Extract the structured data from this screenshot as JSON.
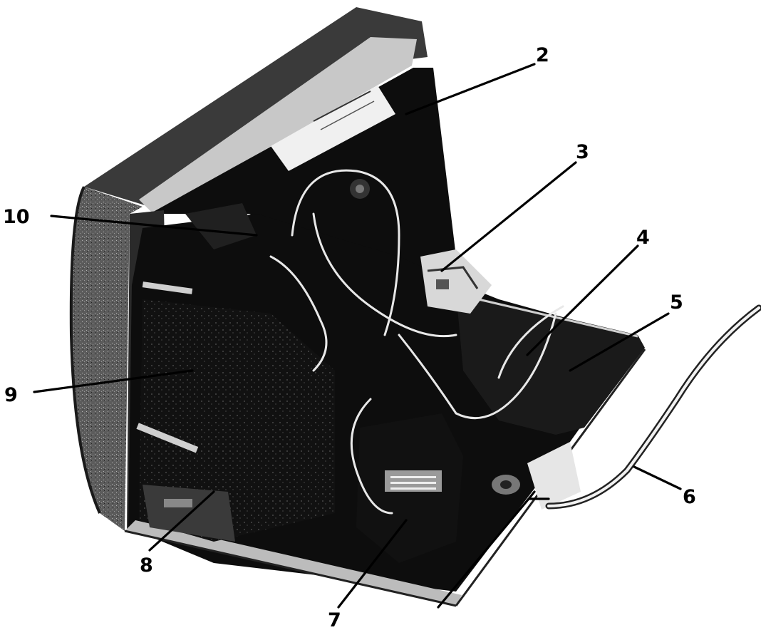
{
  "figure": {
    "callouts": [
      {
        "id": "2",
        "label": "2"
      },
      {
        "id": "3",
        "label": "3"
      },
      {
        "id": "4",
        "label": "4"
      },
      {
        "id": "5",
        "label": "5"
      },
      {
        "id": "6",
        "label": "6"
      },
      {
        "id": "7",
        "label": "7"
      },
      {
        "id": "8",
        "label": "8"
      },
      {
        "id": "9",
        "label": "9"
      },
      {
        "id": "10",
        "label": "10"
      }
    ],
    "colors": {
      "ink": "#000000",
      "paper": "#ffffff",
      "bezel": "#5a5a5a",
      "chassis_dark": "#0d0d0d"
    }
  }
}
